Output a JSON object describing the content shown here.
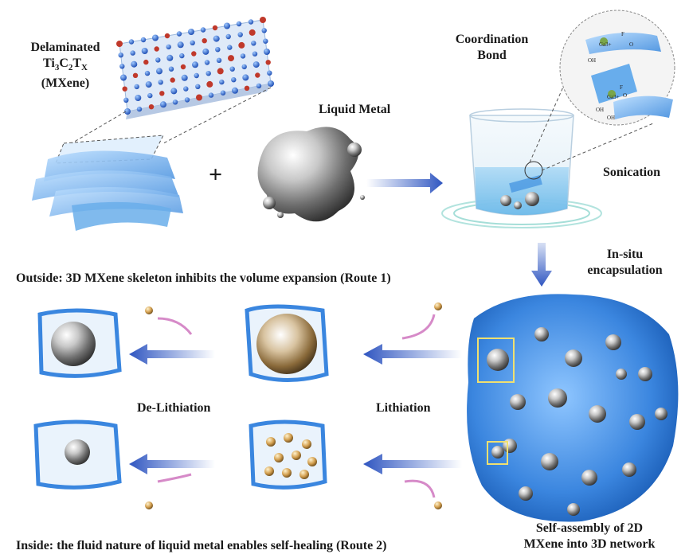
{
  "labels": {
    "mxene_line1": "Delaminated",
    "mxene_line2": "Ti3C2Tx",
    "mxene_line3": "(MXene)",
    "plus": "+",
    "liquid_metal": "Liquid Metal",
    "coordination_line1": "Coordination",
    "coordination_line2": "Bond",
    "sonication": "Sonication",
    "insitu_line1": "In-situ",
    "insitu_line2": "encapsulation",
    "outside": "Outside: 3D MXene skeleton inhibits the volume expansion (Route 1)",
    "delithiation": "De-Lithiation",
    "lithiation": "Lithiation",
    "inside": "Inside: the fluid nature of liquid metal enables self-healing (Route 2)",
    "selfassembly_line1": "Self-assembly of 2D",
    "selfassembly_line2": "MXene into 3D network"
  },
  "inset": {
    "ion_top": "Ga3+",
    "ion_bottom": "Ga3+",
    "f_top": "F",
    "f_bottom": "F",
    "oh_1": "OH",
    "oh_2": "OH",
    "oh_3": "OH",
    "o_1": "O",
    "o_2": "O"
  },
  "colors": {
    "mxene_blue": "#5aa9ea",
    "mxene_dark": "#2f7fd0",
    "arrow_blue": "#3a62c8",
    "metal_light": "#f2f2f2",
    "metal_dark": "#4a4a4a",
    "lithium_gold": "#d4a050",
    "curve_pink": "#d68ac8"
  }
}
